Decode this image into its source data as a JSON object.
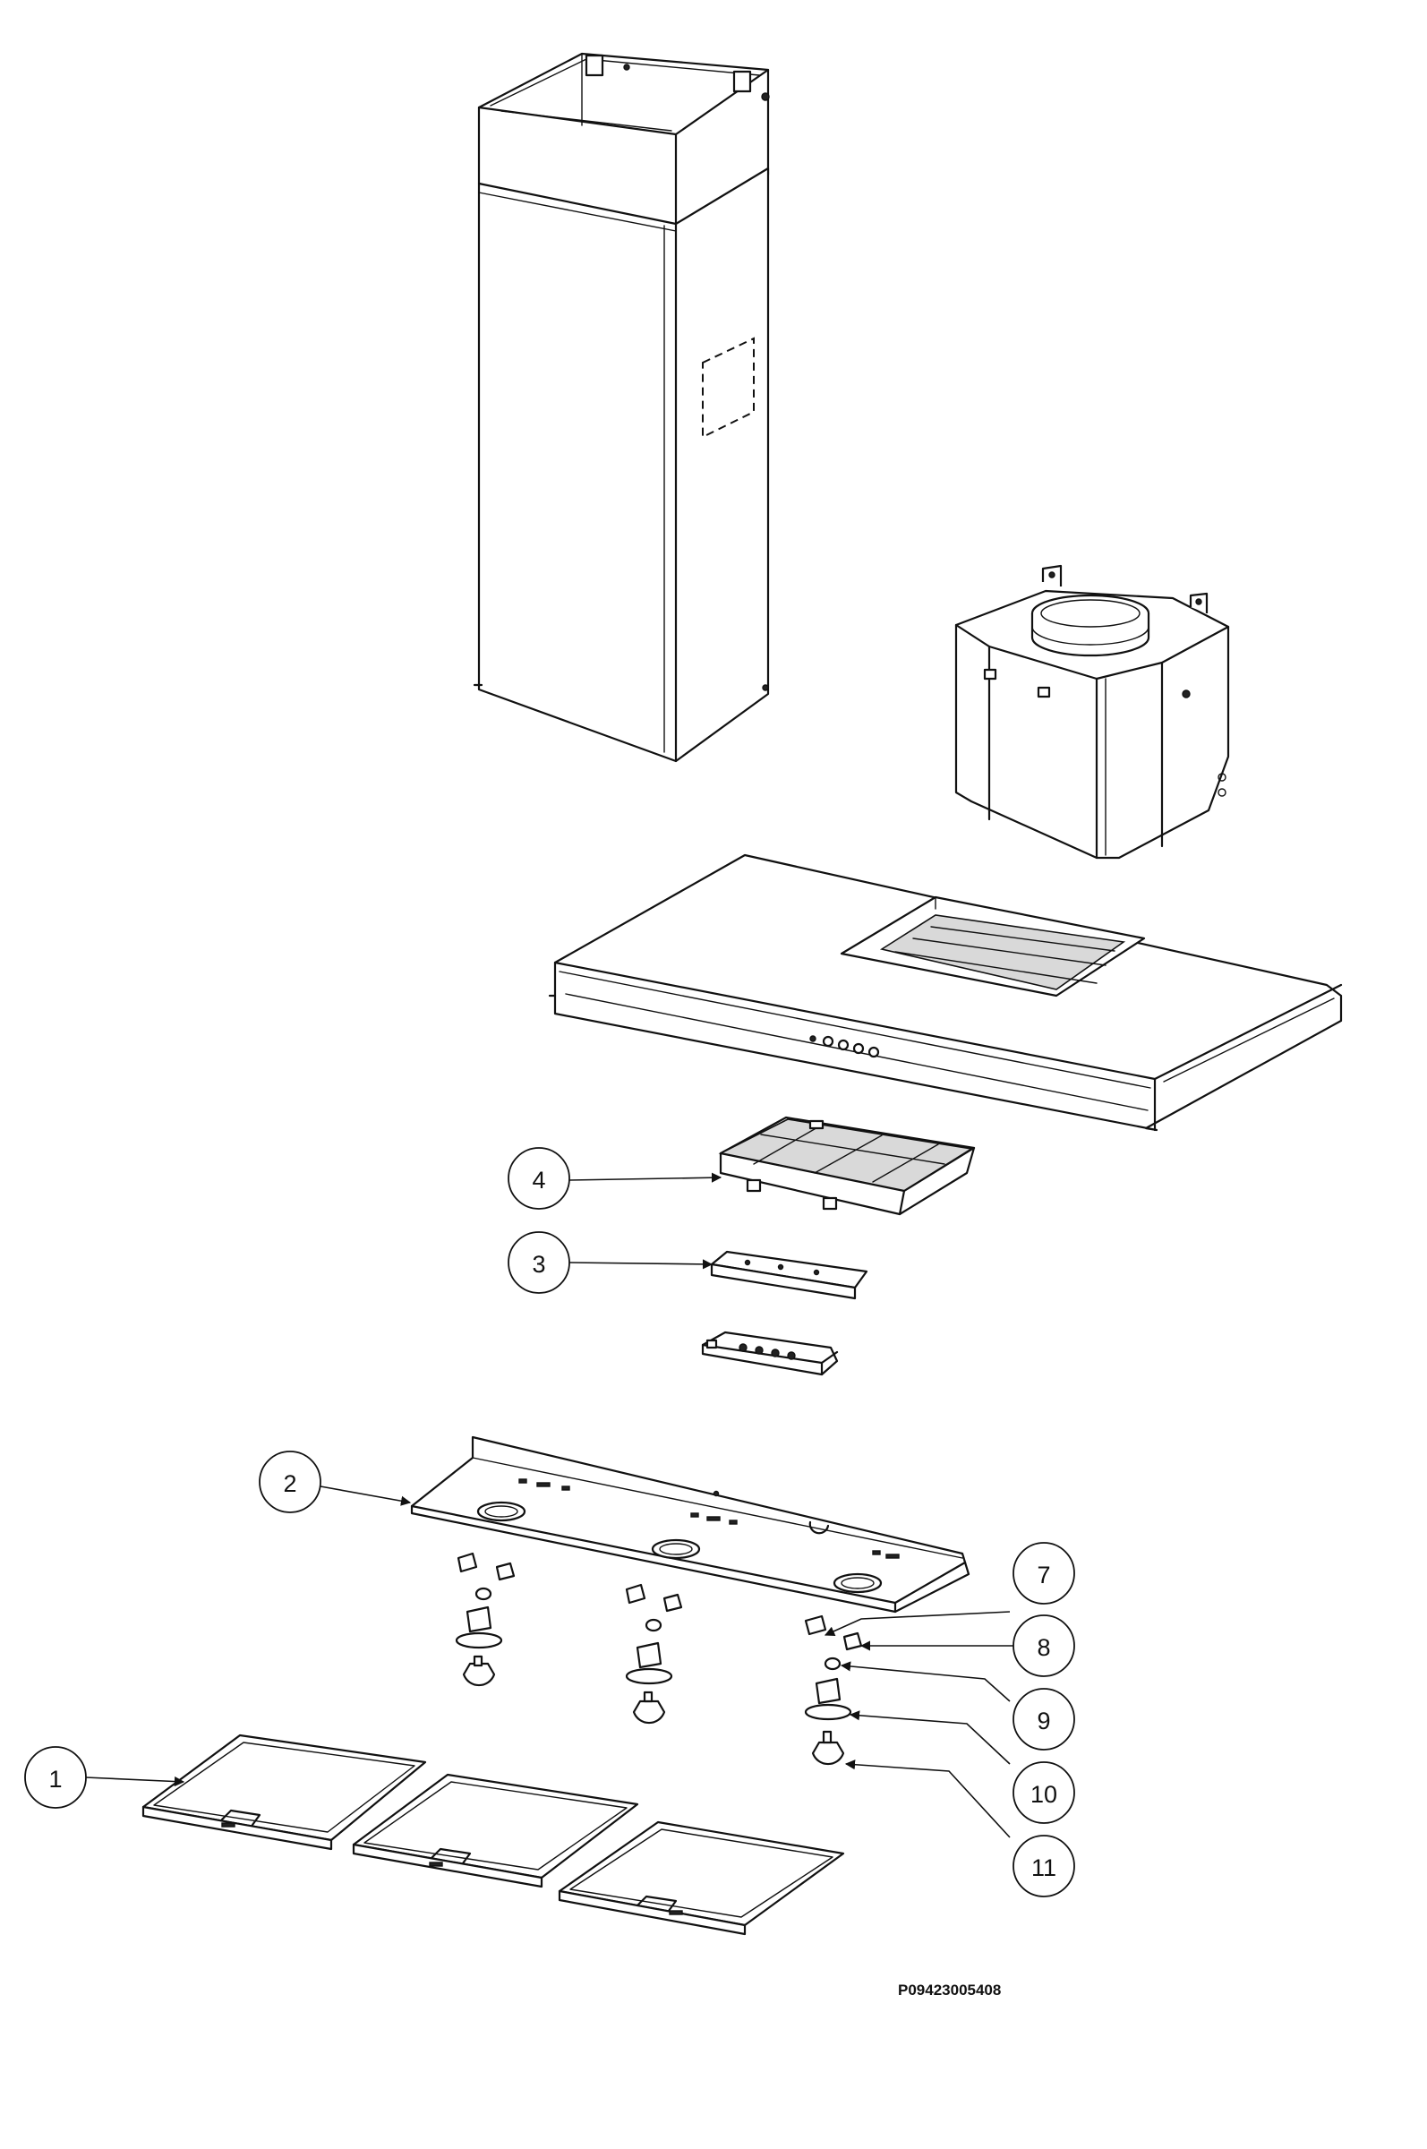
{
  "diagram": {
    "callouts": [
      {
        "label": "1"
      },
      {
        "label": "2"
      },
      {
        "label": "3"
      },
      {
        "label": "4"
      },
      {
        "label": "7"
      },
      {
        "label": "8"
      },
      {
        "label": "9"
      },
      {
        "label": "10"
      },
      {
        "label": "11"
      }
    ],
    "drawing_code": "P09423005408"
  }
}
